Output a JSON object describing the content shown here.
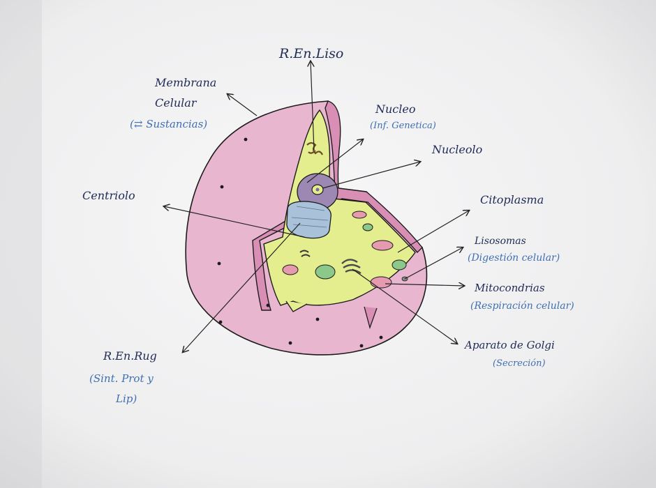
{
  "labels": {
    "re_liso": "R.En.Liso",
    "membrana_1": "Membrana",
    "membrana_2": "Celular",
    "membrana_note": "(⇄ Sustancias)",
    "nucleo": "Nucleo",
    "nucleo_note": "(Inf. Genetica)",
    "nucleolo": "Nucleolo",
    "centriolo": "Centriolo",
    "citoplasma": "Citoplasma",
    "lisosomas": "Lisosomas",
    "lisosomas_note": "(Digestión celular)",
    "mitocondrias": "Mitocondrias",
    "mitocondrias_note": "(Respiración celular)",
    "golgi": "Aparato de Golgi",
    "golgi_note": "(Secreción)",
    "re_rug": "R.En.Rug",
    "re_rug_note_1": "(Sint. Prot y",
    "re_rug_note_2": "Lip)"
  },
  "colors": {
    "paper": "#f3f3f4",
    "ink_dark": "#1f2a55",
    "ink_blue": "#3f6fb0",
    "membrane_pink": "#d98fb5",
    "cell_pink": "#e8b6cf",
    "cytoplasm_yellow": "#e5ee8e",
    "nucleus_purple": "#9d88b4",
    "centriole_blue": "#a9c1d9",
    "lysosome_red": "#e59ab0",
    "mito_green": "#8cc88a"
  }
}
